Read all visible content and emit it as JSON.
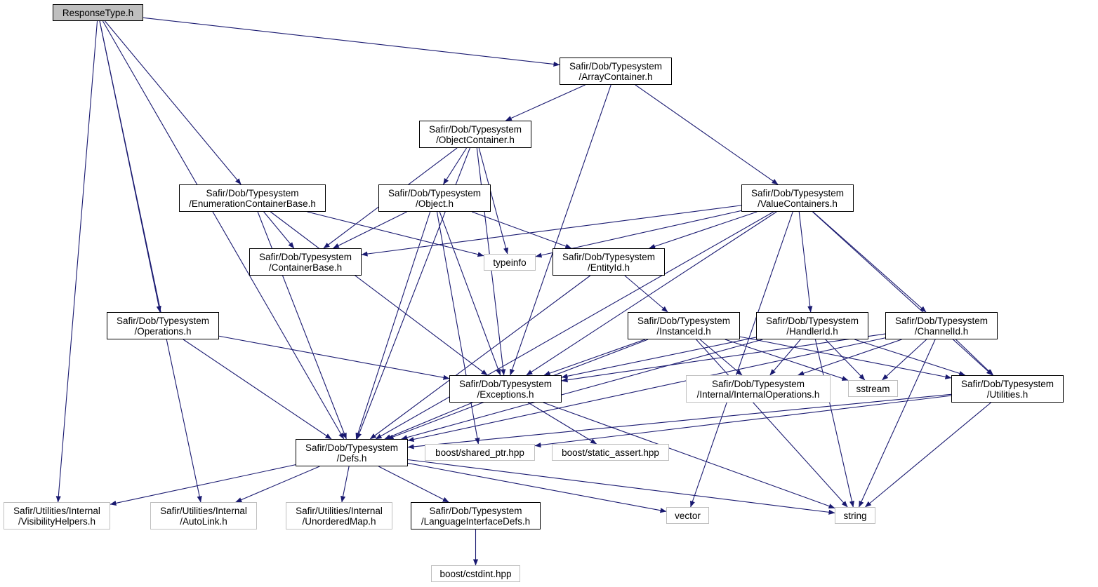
{
  "title": "ResponseType.h",
  "colors": {
    "edge": "#191970",
    "node_border": "#000000",
    "external_border": "#bfbfbf",
    "root_fill": "#bfbfbf"
  },
  "nodes": {
    "response_type": {
      "lines": [
        "ResponseType.h"
      ],
      "kind": "root"
    },
    "array_container": {
      "lines": [
        "Safir/Dob/Typesystem",
        "/ArrayContainer.h"
      ],
      "kind": "internal"
    },
    "object_container": {
      "lines": [
        "Safir/Dob/Typesystem",
        "/ObjectContainer.h"
      ],
      "kind": "internal"
    },
    "enum_container_base": {
      "lines": [
        "Safir/Dob/Typesystem",
        "/EnumerationContainerBase.h"
      ],
      "kind": "internal"
    },
    "object": {
      "lines": [
        "Safir/Dob/Typesystem",
        "/Object.h"
      ],
      "kind": "internal"
    },
    "value_containers": {
      "lines": [
        "Safir/Dob/Typesystem",
        "/ValueContainers.h"
      ],
      "kind": "internal"
    },
    "container_base": {
      "lines": [
        "Safir/Dob/Typesystem",
        "/ContainerBase.h"
      ],
      "kind": "internal"
    },
    "typeinfo": {
      "lines": [
        "typeinfo"
      ],
      "kind": "external"
    },
    "entity_id": {
      "lines": [
        "Safir/Dob/Typesystem",
        "/EntityId.h"
      ],
      "kind": "internal"
    },
    "operations": {
      "lines": [
        "Safir/Dob/Typesystem",
        "/Operations.h"
      ],
      "kind": "internal"
    },
    "instance_id": {
      "lines": [
        "Safir/Dob/Typesystem",
        "/InstanceId.h"
      ],
      "kind": "internal"
    },
    "handler_id": {
      "lines": [
        "Safir/Dob/Typesystem",
        "/HandlerId.h"
      ],
      "kind": "internal"
    },
    "channel_id": {
      "lines": [
        "Safir/Dob/Typesystem",
        "/ChannelId.h"
      ],
      "kind": "internal"
    },
    "exceptions": {
      "lines": [
        "Safir/Dob/Typesystem",
        "/Exceptions.h"
      ],
      "kind": "internal"
    },
    "internal_operations": {
      "lines": [
        "Safir/Dob/Typesystem",
        "/Internal/InternalOperations.h"
      ],
      "kind": "external"
    },
    "sstream": {
      "lines": [
        "sstream"
      ],
      "kind": "external"
    },
    "utilities": {
      "lines": [
        "Safir/Dob/Typesystem",
        "/Utilities.h"
      ],
      "kind": "internal"
    },
    "defs": {
      "lines": [
        "Safir/Dob/Typesystem",
        "/Defs.h"
      ],
      "kind": "internal"
    },
    "shared_ptr": {
      "lines": [
        "boost/shared_ptr.hpp"
      ],
      "kind": "external"
    },
    "static_assert": {
      "lines": [
        "boost/static_assert.hpp"
      ],
      "kind": "external"
    },
    "visibility_helpers": {
      "lines": [
        "Safir/Utilities/Internal",
        "/VisibilityHelpers.h"
      ],
      "kind": "external"
    },
    "auto_link": {
      "lines": [
        "Safir/Utilities/Internal",
        "/AutoLink.h"
      ],
      "kind": "external"
    },
    "unordered_map": {
      "lines": [
        "Safir/Utilities/Internal",
        "/UnorderedMap.h"
      ],
      "kind": "external"
    },
    "language_interface_defs": {
      "lines": [
        "Safir/Dob/Typesystem",
        "/LanguageInterfaceDefs.h"
      ],
      "kind": "internal"
    },
    "vector": {
      "lines": [
        "vector"
      ],
      "kind": "external"
    },
    "string": {
      "lines": [
        "string"
      ],
      "kind": "external"
    },
    "cstdint": {
      "lines": [
        "boost/cstdint.hpp"
      ],
      "kind": "external"
    }
  },
  "edges": [
    [
      "response_type",
      "array_container"
    ],
    [
      "response_type",
      "enum_container_base"
    ],
    [
      "response_type",
      "operations"
    ],
    [
      "response_type",
      "defs"
    ],
    [
      "response_type",
      "visibility_helpers"
    ],
    [
      "response_type",
      "auto_link"
    ],
    [
      "array_container",
      "object_container"
    ],
    [
      "array_container",
      "value_containers"
    ],
    [
      "array_container",
      "exceptions"
    ],
    [
      "object_container",
      "object"
    ],
    [
      "object_container",
      "container_base"
    ],
    [
      "object_container",
      "typeinfo"
    ],
    [
      "object_container",
      "exceptions"
    ],
    [
      "object_container",
      "defs"
    ],
    [
      "enum_container_base",
      "container_base"
    ],
    [
      "enum_container_base",
      "typeinfo"
    ],
    [
      "enum_container_base",
      "exceptions"
    ],
    [
      "enum_container_base",
      "defs"
    ],
    [
      "object",
      "container_base"
    ],
    [
      "object",
      "entity_id"
    ],
    [
      "object",
      "exceptions"
    ],
    [
      "object",
      "defs"
    ],
    [
      "object",
      "shared_ptr"
    ],
    [
      "value_containers",
      "container_base"
    ],
    [
      "value_containers",
      "typeinfo"
    ],
    [
      "value_containers",
      "entity_id"
    ],
    [
      "value_containers",
      "handler_id"
    ],
    [
      "value_containers",
      "channel_id"
    ],
    [
      "value_containers",
      "exceptions"
    ],
    [
      "value_containers",
      "utilities"
    ],
    [
      "value_containers",
      "defs"
    ],
    [
      "value_containers",
      "vector"
    ],
    [
      "entity_id",
      "instance_id"
    ],
    [
      "entity_id",
      "defs"
    ],
    [
      "operations",
      "exceptions"
    ],
    [
      "operations",
      "defs"
    ],
    [
      "instance_id",
      "exceptions"
    ],
    [
      "instance_id",
      "internal_operations"
    ],
    [
      "instance_id",
      "sstream"
    ],
    [
      "instance_id",
      "utilities"
    ],
    [
      "instance_id",
      "defs"
    ],
    [
      "instance_id",
      "string"
    ],
    [
      "handler_id",
      "exceptions"
    ],
    [
      "handler_id",
      "internal_operations"
    ],
    [
      "handler_id",
      "sstream"
    ],
    [
      "handler_id",
      "utilities"
    ],
    [
      "handler_id",
      "defs"
    ],
    [
      "handler_id",
      "string"
    ],
    [
      "channel_id",
      "exceptions"
    ],
    [
      "channel_id",
      "internal_operations"
    ],
    [
      "channel_id",
      "sstream"
    ],
    [
      "channel_id",
      "utilities"
    ],
    [
      "channel_id",
      "defs"
    ],
    [
      "channel_id",
      "string"
    ],
    [
      "exceptions",
      "defs"
    ],
    [
      "exceptions",
      "static_assert"
    ],
    [
      "exceptions",
      "string"
    ],
    [
      "utilities",
      "defs"
    ],
    [
      "utilities",
      "shared_ptr"
    ],
    [
      "utilities",
      "string"
    ],
    [
      "defs",
      "visibility_helpers"
    ],
    [
      "defs",
      "auto_link"
    ],
    [
      "defs",
      "unordered_map"
    ],
    [
      "defs",
      "language_interface_defs"
    ],
    [
      "defs",
      "vector"
    ],
    [
      "defs",
      "string"
    ],
    [
      "language_interface_defs",
      "cstdint"
    ]
  ]
}
